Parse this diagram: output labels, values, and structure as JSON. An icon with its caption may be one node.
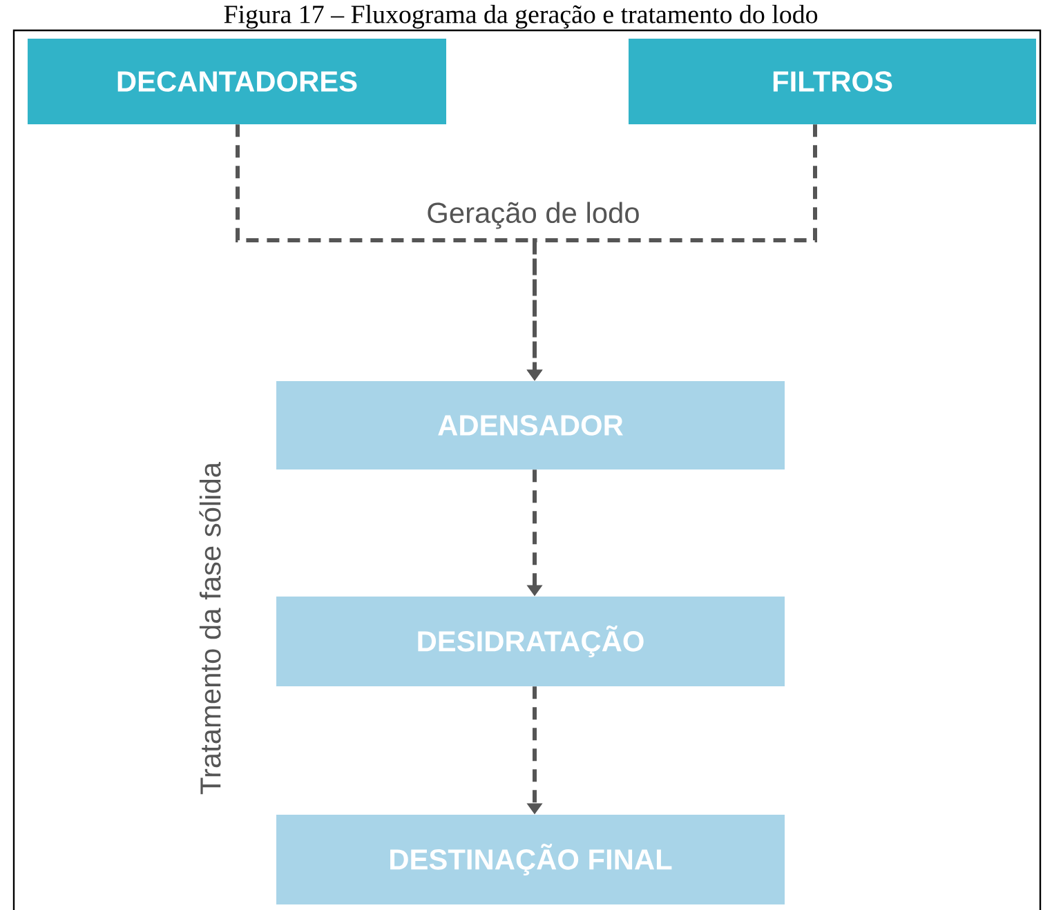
{
  "diagram": {
    "title": "Figura 17 – Fluxograma da geração e tratamento do lodo",
    "nodes": [
      {
        "text": [
          "DECANTADORES"
        ]
      },
      {
        "text": [
          "FILTROS"
        ]
      },
      {
        "text": [
          "ADENSADOR"
        ]
      },
      {
        "text": [
          "DESIDRATAÇÃO"
        ]
      },
      {
        "text": [
          "DESTINAÇÃO FINAL"
        ]
      }
    ],
    "edges": [
      {
        "from": 0,
        "to": 2,
        "arrow": "to",
        "style": "dashed",
        "label": "Geração de lodo"
      },
      {
        "from": 1,
        "to": 2,
        "arrow": "to",
        "style": "dashed"
      },
      {
        "from": 2,
        "to": 3,
        "arrow": "to",
        "style": "dashed"
      },
      {
        "from": 3,
        "to": 4,
        "arrow": "to",
        "style": "dashed"
      }
    ],
    "labels": [
      "Tratamento da fase sólida"
    ]
  }
}
